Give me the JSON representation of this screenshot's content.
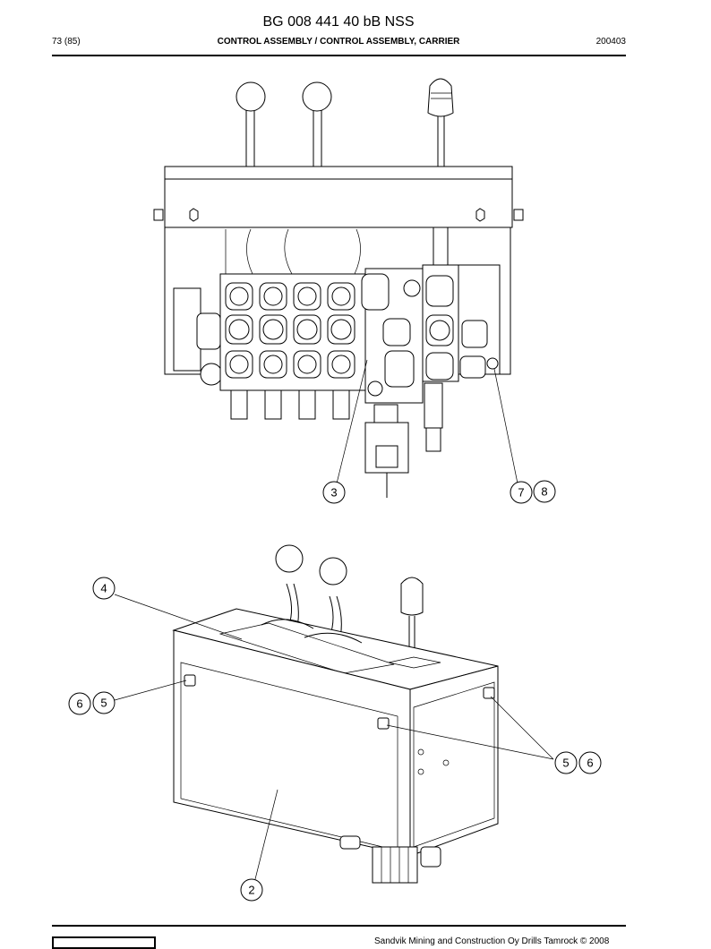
{
  "header": {
    "doc_title": "BG 008 441 40 bB NSS",
    "page": "73 (85)",
    "section": "CONTROL ASSEMBLY / CONTROL ASSEMBLY, CARRIER",
    "code": "200403"
  },
  "callouts": {
    "c3": "3",
    "c7": "7",
    "c8": "8",
    "c4": "4",
    "c6a": "6",
    "c5a": "5",
    "c5b": "5",
    "c6b": "6",
    "c2": "2"
  },
  "footer": {
    "copyright": "Sandvik Mining and Construction Oy Drills Tamrock © 2008"
  }
}
